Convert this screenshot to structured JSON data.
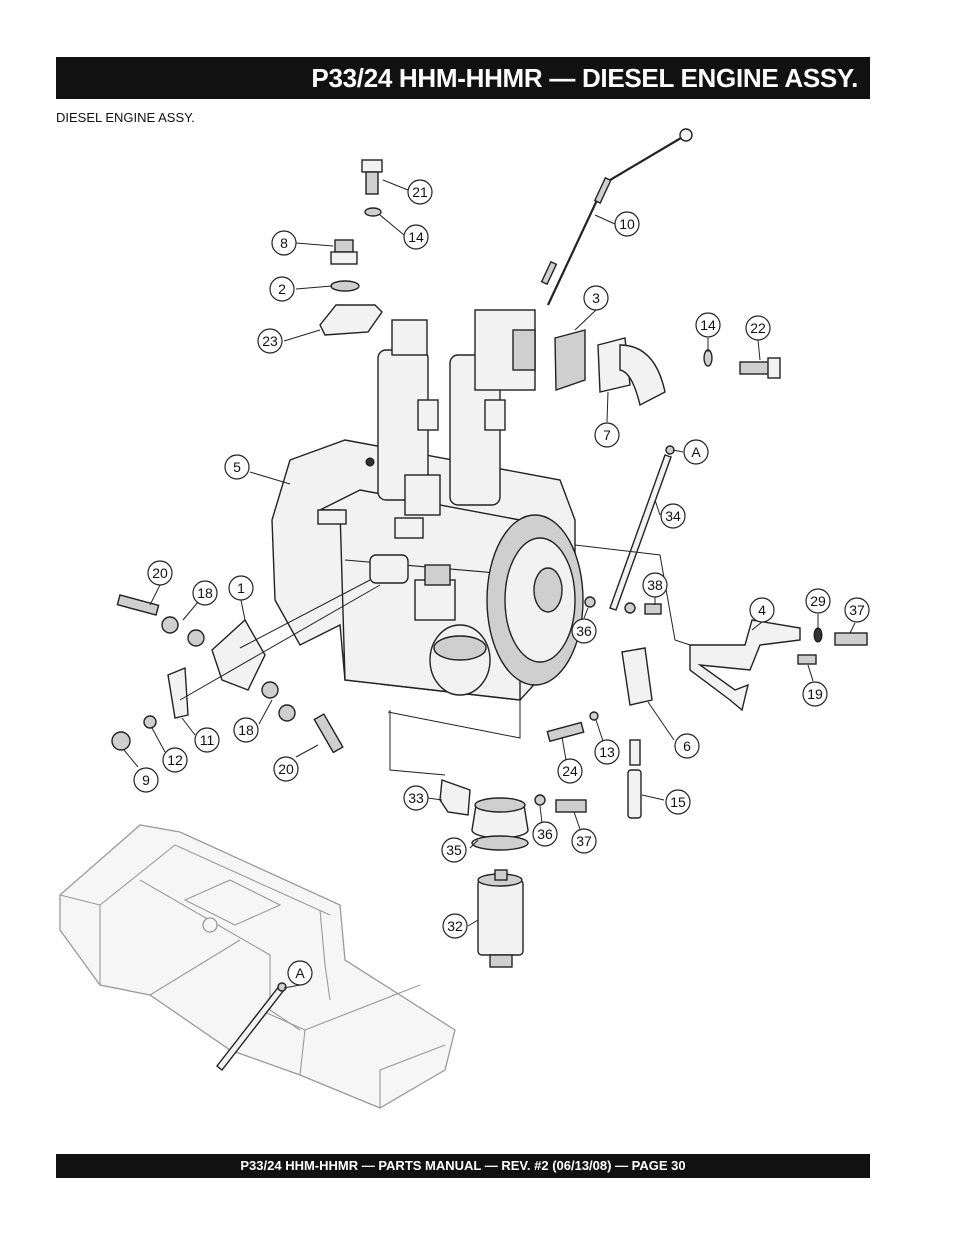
{
  "header": {
    "title": "P33/24 HHM-HHMR — DIESEL ENGINE ASSY."
  },
  "subtitle": "DIESEL ENGINE ASSY.",
  "footer": {
    "text": "P33/24 HHM-HHMR — PARTS MANUAL — REV. #2 (06/13/08) — PAGE 30"
  },
  "callouts": {
    "c21": "21",
    "c14a": "14",
    "c8": "8",
    "c2": "2",
    "c23": "23",
    "c10": "10",
    "c3": "3",
    "c14b": "14",
    "c22": "22",
    "c7": "7",
    "cA1": "A",
    "c5": "5",
    "c34": "34",
    "c20a": "20",
    "c18a": "18",
    "c1": "1",
    "c38": "38",
    "c36a": "36",
    "c4": "4",
    "c29": "29",
    "c37a": "37",
    "c19": "19",
    "c11": "11",
    "c18b": "18",
    "c12": "12",
    "c9": "9",
    "c20b": "20",
    "c6": "6",
    "c13": "13",
    "c24": "24",
    "c15": "15",
    "c33": "33",
    "c36b": "36",
    "c37b": "37",
    "c35": "35",
    "c32": "32",
    "cA2": "A"
  }
}
